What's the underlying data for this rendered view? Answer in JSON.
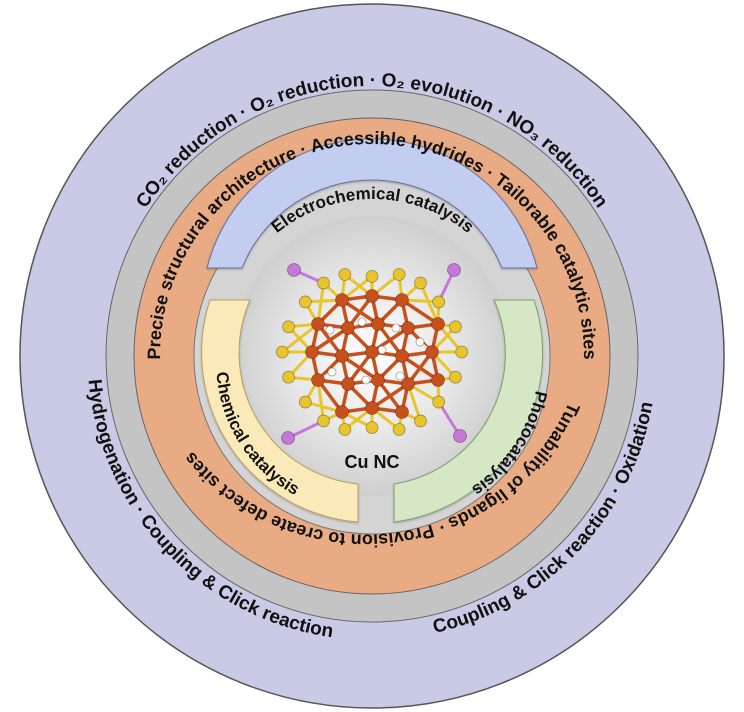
{
  "center": {
    "label": "Cu NC"
  },
  "outer_ring": {
    "top": "CO₂ reduction  ·  O₂ reduction  ·  O₂ evolution  ·  NO₃ reduction",
    "left": "Hydrogenation  ·  Coupling & Click reaction",
    "right": "Coupling & Click reaction  ·  Oxidation"
  },
  "middle_ring": {
    "top": "Precise structural architecture  ·  Accessible hydrides  ·  Tailorable catalytic sites",
    "bottom": "Tunability of ligands  ·  Provision to create defect sites"
  },
  "inner_ring": {
    "electrochemical": "Electrochemical catalysis",
    "chemical": "Chemical catalysis",
    "photo": "Photocatalysis"
  },
  "colors": {
    "outer_ring": "#c9cbe6",
    "gray_ring": "#c4c4c4",
    "middle_ring": "#e8ab84",
    "inner_bg": "#d4d4d4",
    "electrochemical": "#c3cdef",
    "chemical": "#fbeab9",
    "photo": "#d5e7c4",
    "copper": "#c8501c",
    "sulfur": "#e8c52a",
    "phosphorus": "#c678d8",
    "hydrogen": "#ffffff"
  }
}
